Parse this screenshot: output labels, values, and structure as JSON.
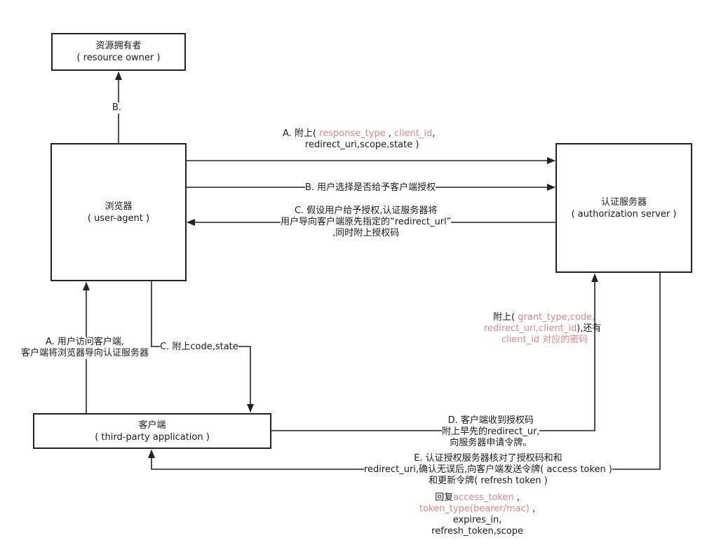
{
  "nodes": {
    "resource_owner": {
      "name": "资源拥有者",
      "sub": "( resource owner )"
    },
    "browser": {
      "name": "浏览器",
      "sub": "( user-agent )"
    },
    "auth_server": {
      "name": "认证服务器",
      "sub": "( authorization server )"
    },
    "client": {
      "name": "客户端",
      "sub": "( third-party application )"
    }
  },
  "edges": {
    "b_owner": "B.",
    "a_auth": {
      "prefix": "A. 附上(",
      "response_type": "response_type",
      "sep": ",",
      "client_id": "client_id",
      "comma": ",",
      "line2": "redirect_uri,scope,state )"
    },
    "b_choose": "B. 用户选择是否给予客户端授权",
    "c_redirect": {
      "line1": "C. 假设用户给予授权,认证服务器将",
      "line2": "用户导向客户端原先指定的“redirect_url”",
      "line3": ",同时附上授权码"
    },
    "a_visit": {
      "line1": "A. 用户访问客户端,",
      "line2": "客户端将浏览器导向认证服务器"
    },
    "c_code": "C. 附上code,state",
    "token_req": {
      "prefix": "附上(",
      "grant_code": "grant_type,code,",
      "redirect_client": "redirect_uri,client_id",
      "mid": "),还有",
      "secret": "client_id 对应的密码"
    },
    "d_client": {
      "line1": "D. 客户端收到授权码",
      "line2": "附上早先的redirect_ur,",
      "line3": "向服务器申请令牌。"
    },
    "e_server": {
      "line1": "E. 认证授权服务器核对了授权码和和",
      "line2": "redirect_uri,确认无误后,向客户端发送令牌( access token )",
      "line3": "和更新令牌( refresh token )"
    },
    "reply": {
      "prefix": "回复",
      "access_token": "access_token",
      "comma1": ",",
      "token_type": "token_type(bearer/mac)",
      "comma2": ",",
      "expires": "expires_in,",
      "refresh": "refresh_token,scope"
    }
  },
  "colors": {
    "line": "#222222",
    "highlight": "#d98888"
  }
}
